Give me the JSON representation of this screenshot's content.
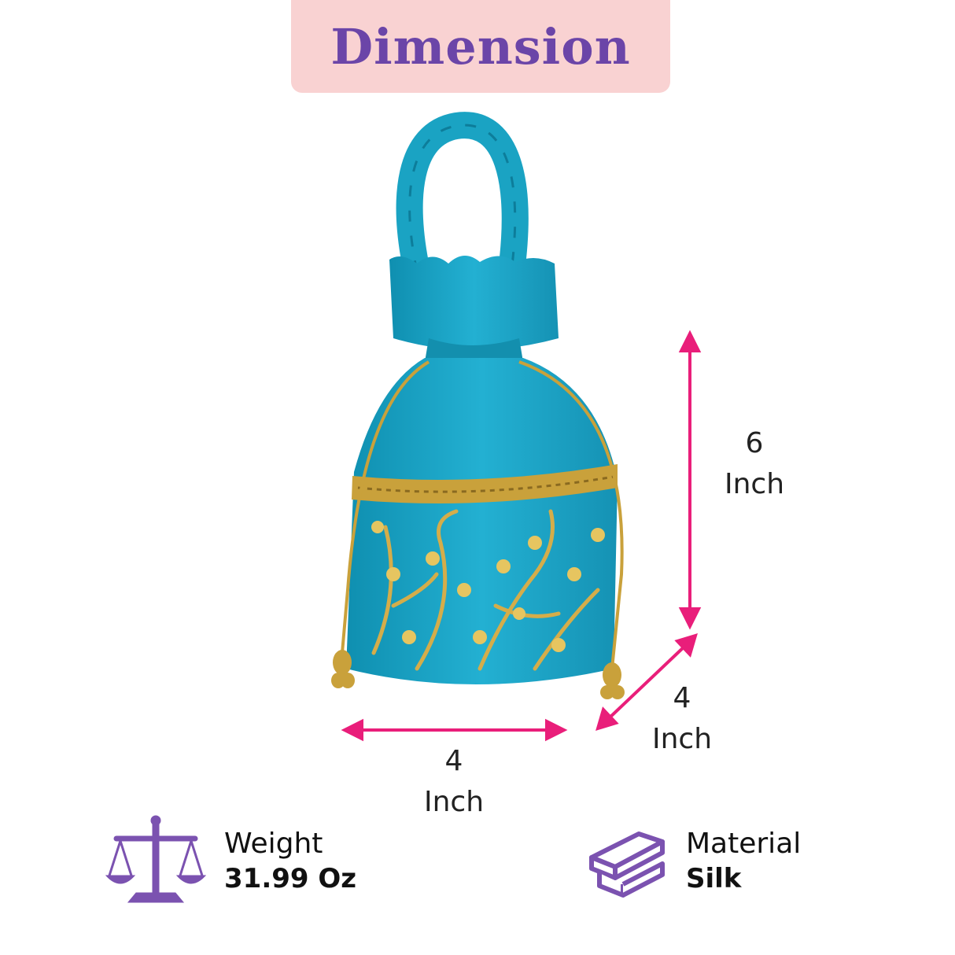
{
  "header": {
    "title": "Dimension"
  },
  "dimensions": {
    "height": {
      "value": "6",
      "unit": "Inch"
    },
    "depth": {
      "value": "4",
      "unit": "Inch"
    },
    "width": {
      "value": "4",
      "unit": "Inch"
    }
  },
  "specs": {
    "weight": {
      "label": "Weight",
      "value": "31.99 Oz",
      "icon": "scale-icon"
    },
    "material": {
      "label": "Material",
      "value": "Silk",
      "icon": "beam-icon"
    }
  },
  "colors": {
    "accent": "#e91e7a",
    "brand": "#6b45a8",
    "banner": "#f9d2d2",
    "bag": "#1aa3c3",
    "gold": "#c9a13b"
  }
}
